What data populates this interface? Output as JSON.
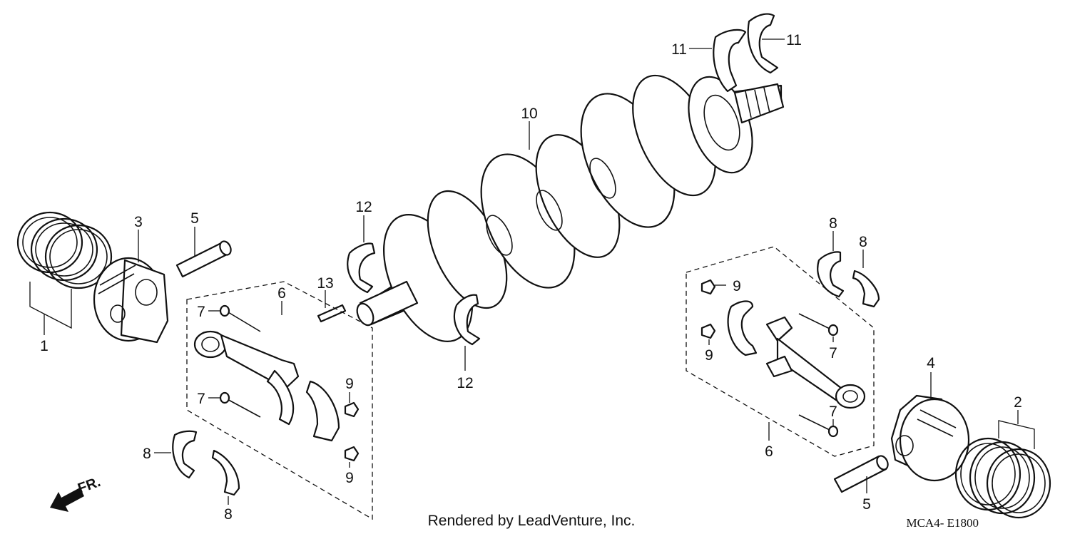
{
  "callouts": {
    "c1": "1",
    "c2": "2",
    "c3": "3",
    "c4": "4",
    "c5a": "5",
    "c5b": "5",
    "c6a": "6",
    "c6b": "6",
    "c7a": "7",
    "c7b": "7",
    "c7c": "7",
    "c7d": "7",
    "c8a": "8",
    "c8b": "8",
    "c8c": "8",
    "c8d": "8",
    "c9a": "9",
    "c9b": "9",
    "c9c": "9",
    "c9d": "9",
    "c10": "10",
    "c11a": "11",
    "c11b": "11",
    "c12a": "12",
    "c12b": "12",
    "c13": "13"
  },
  "direction_label": "FR.",
  "credit": "Rendered by LeadVenture, Inc.",
  "diagram_code": "MCA4- E1800"
}
